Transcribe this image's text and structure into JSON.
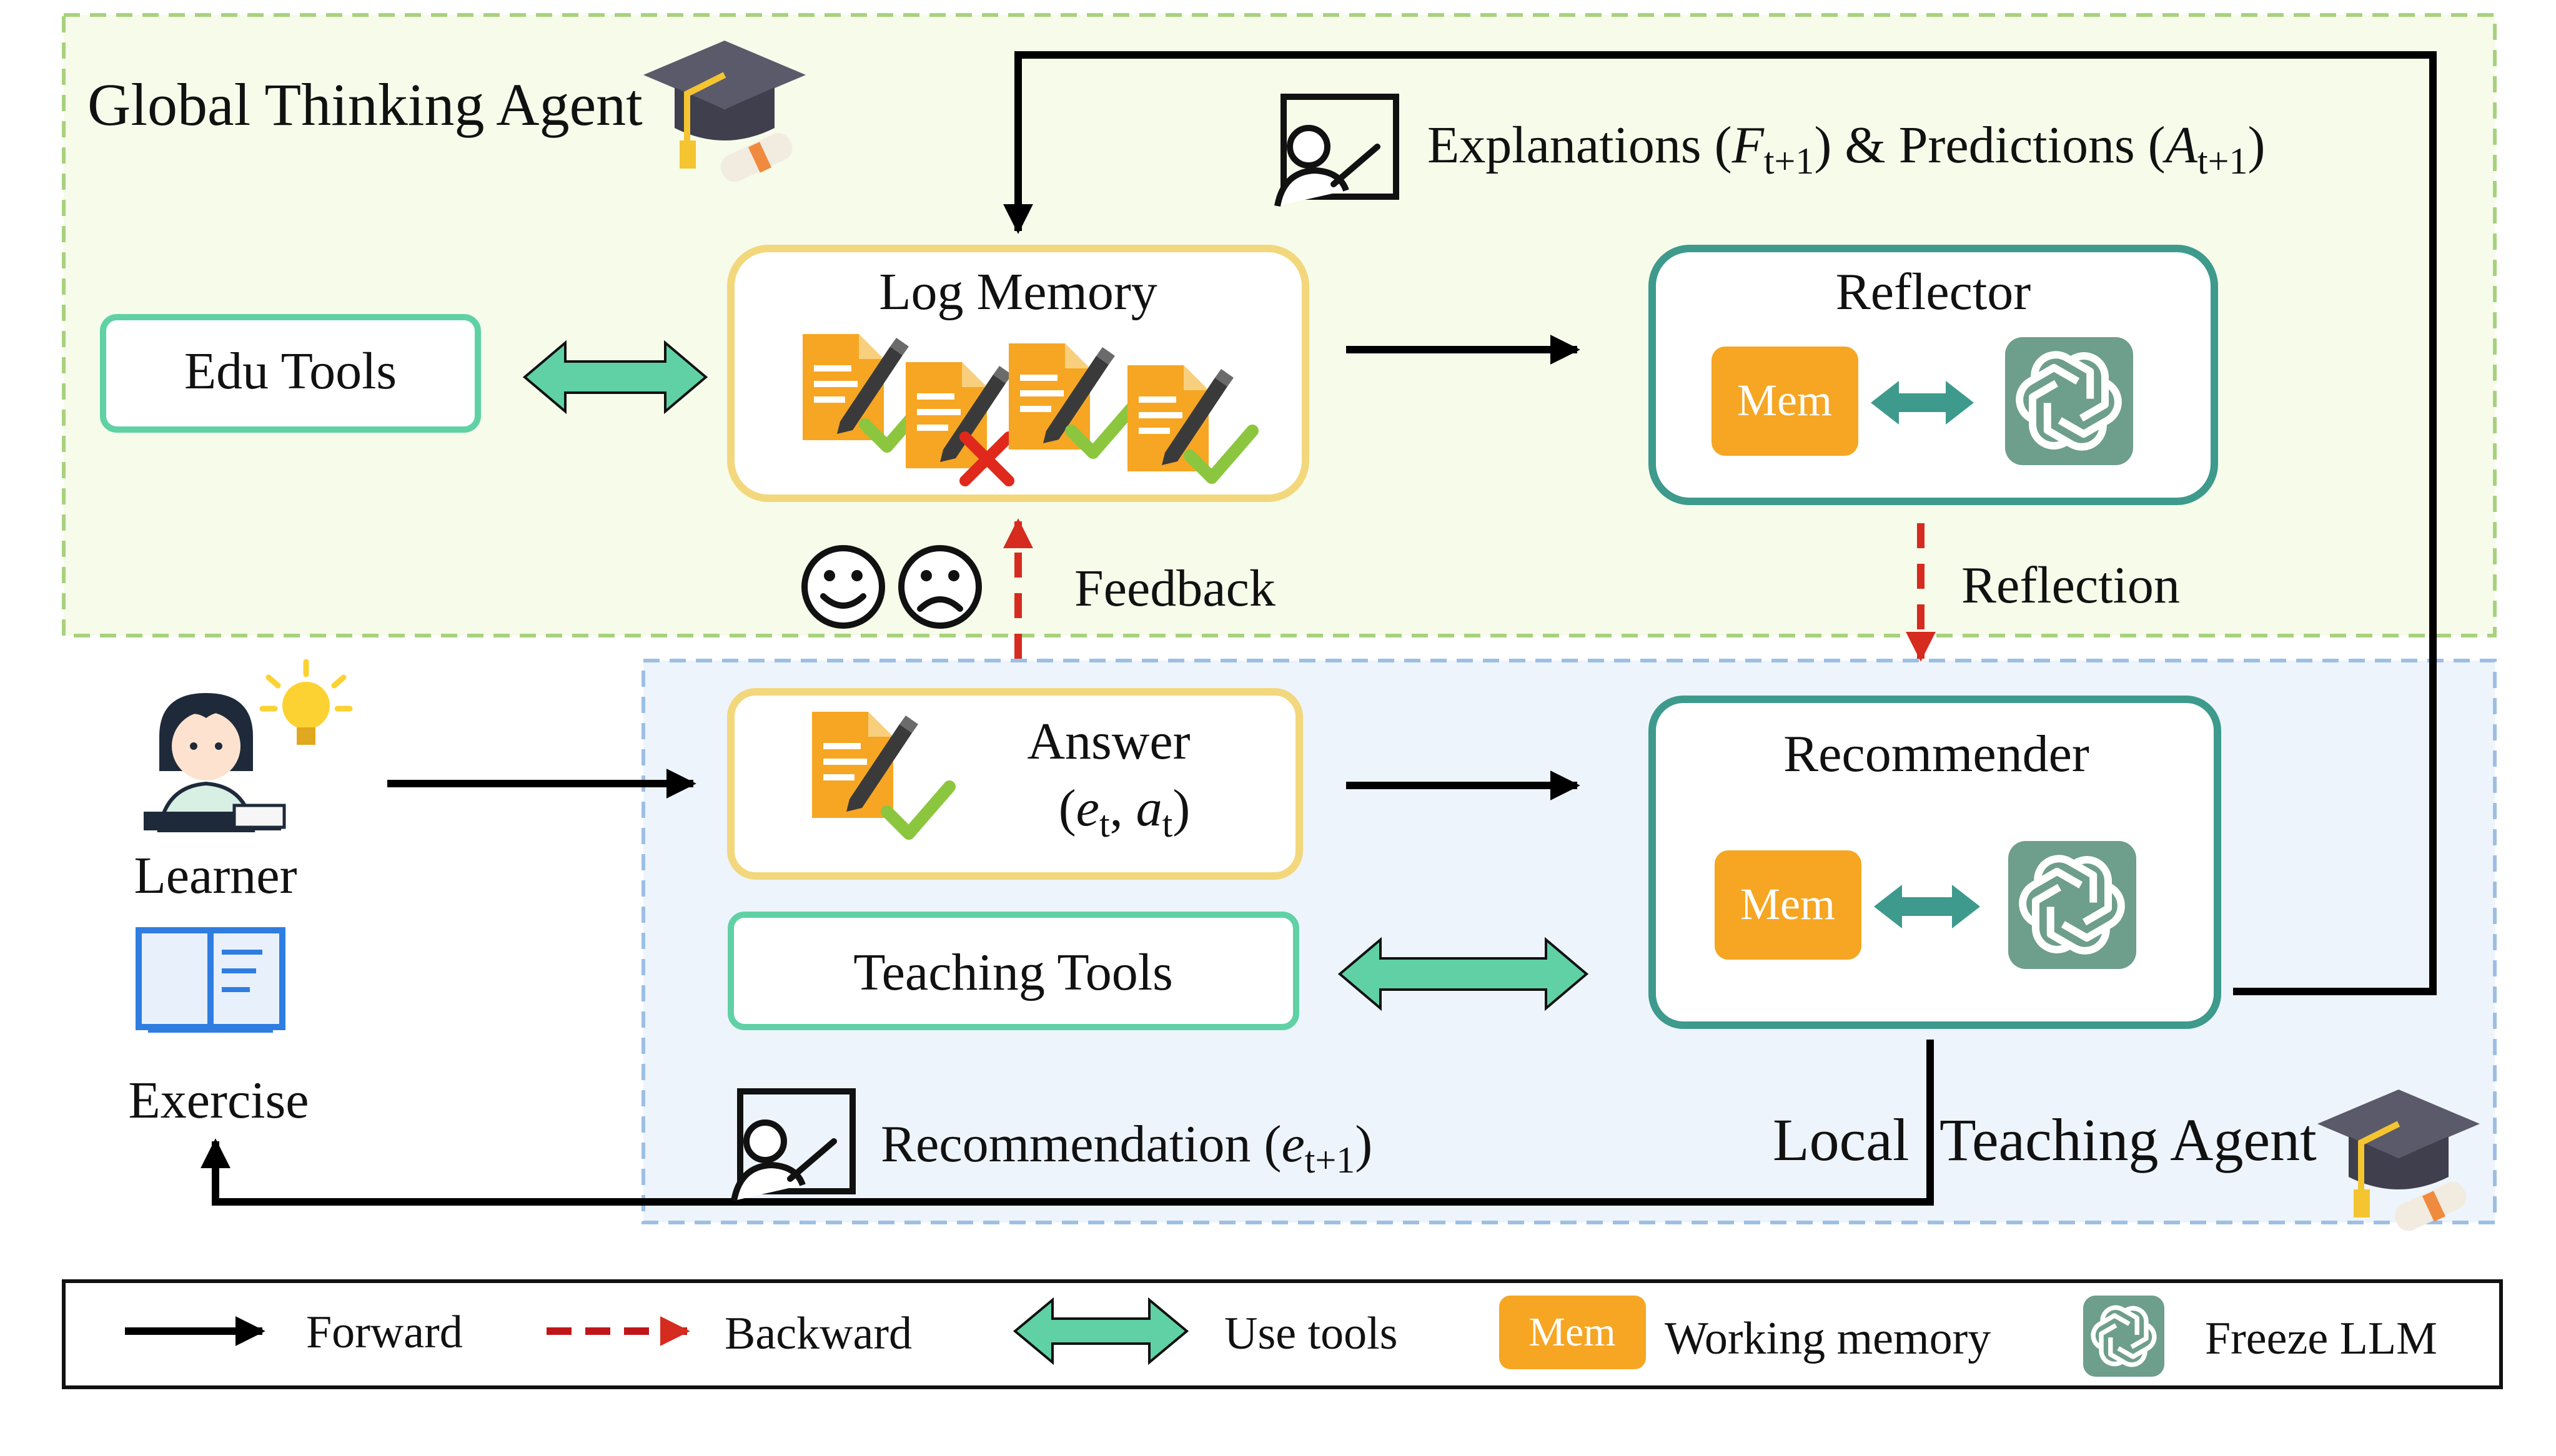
{
  "global_agent": {
    "title": "Global Thinking Agent"
  },
  "local_agent": {
    "title_local": "Local",
    "title_rest": "Teaching Agent"
  },
  "edu_tools": {
    "label": "Edu Tools"
  },
  "log_memory": {
    "title": "Log Memory"
  },
  "reflector": {
    "title": "Reflector",
    "mem_label": "Mem"
  },
  "recommender": {
    "title": "Recommender",
    "mem_label": "Mem"
  },
  "explanations": {
    "text_a": "Explanations (",
    "f_var": "F",
    "f_sub": "t+1",
    "text_b": ") & Predictions (",
    "a_var": "A",
    "a_sub": "t+1",
    "text_c": ")"
  },
  "feedback": {
    "label": "Feedback"
  },
  "reflection": {
    "label": "Reflection"
  },
  "learner": {
    "label": "Learner"
  },
  "exercise": {
    "label": "Exercise"
  },
  "answer": {
    "title": "Answer",
    "open": "(",
    "e_var": "e",
    "e_sub": "t",
    "comma": ", ",
    "a_var": "a",
    "a_sub": "t",
    "close": ")"
  },
  "teaching_tools": {
    "label": "Teaching Tools"
  },
  "recommendation": {
    "text_a": "Recommendation (",
    "e_var": "e",
    "e_sub": "t+1",
    "text_b": ")"
  },
  "legend": {
    "forward": "Forward",
    "backward": "Backward",
    "use_tools": "Use tools",
    "mem_badge": "Mem",
    "working_memory": "Working memory",
    "freeze_llm": "Freeze LLM"
  },
  "colors": {
    "global_bg": "#f6fbea",
    "global_border": "#a7d27d",
    "local_bg": "#eef4fb",
    "local_border": "#9dbfe4",
    "yellow_box": "#f3d77c",
    "teal_box": "#3d9a8c",
    "mint": "#5fd1a5",
    "mem_orange": "#f6a623",
    "llm_green": "#6e9e8c",
    "red_dash": "#d62b1f"
  }
}
